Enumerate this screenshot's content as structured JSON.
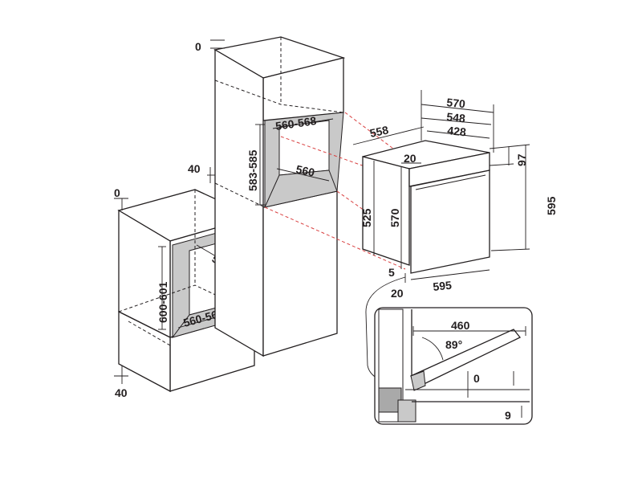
{
  "left_cabinet": {
    "top_gap": "0",
    "bottom_gap": "40",
    "height": "600-601",
    "depth": "560",
    "width": "560-568"
  },
  "tall_cabinet": {
    "top_gap": "0",
    "rear_gap": "40",
    "height": "583-585",
    "width": "560-568",
    "depth": "560"
  },
  "oven": {
    "depth_total": "570",
    "depth_body": "548",
    "depth_inner": "428",
    "side_depth": "558",
    "panel_height": "97",
    "front_height": "595",
    "body_height": "525",
    "inner_height": "570",
    "top_offset": "20",
    "bottom_offset": "5",
    "bottom_front": "20",
    "width": "595"
  },
  "door_detail": {
    "door_length": "460",
    "angle": "89°",
    "gap_zero": "0",
    "gap_nine": "9"
  }
}
